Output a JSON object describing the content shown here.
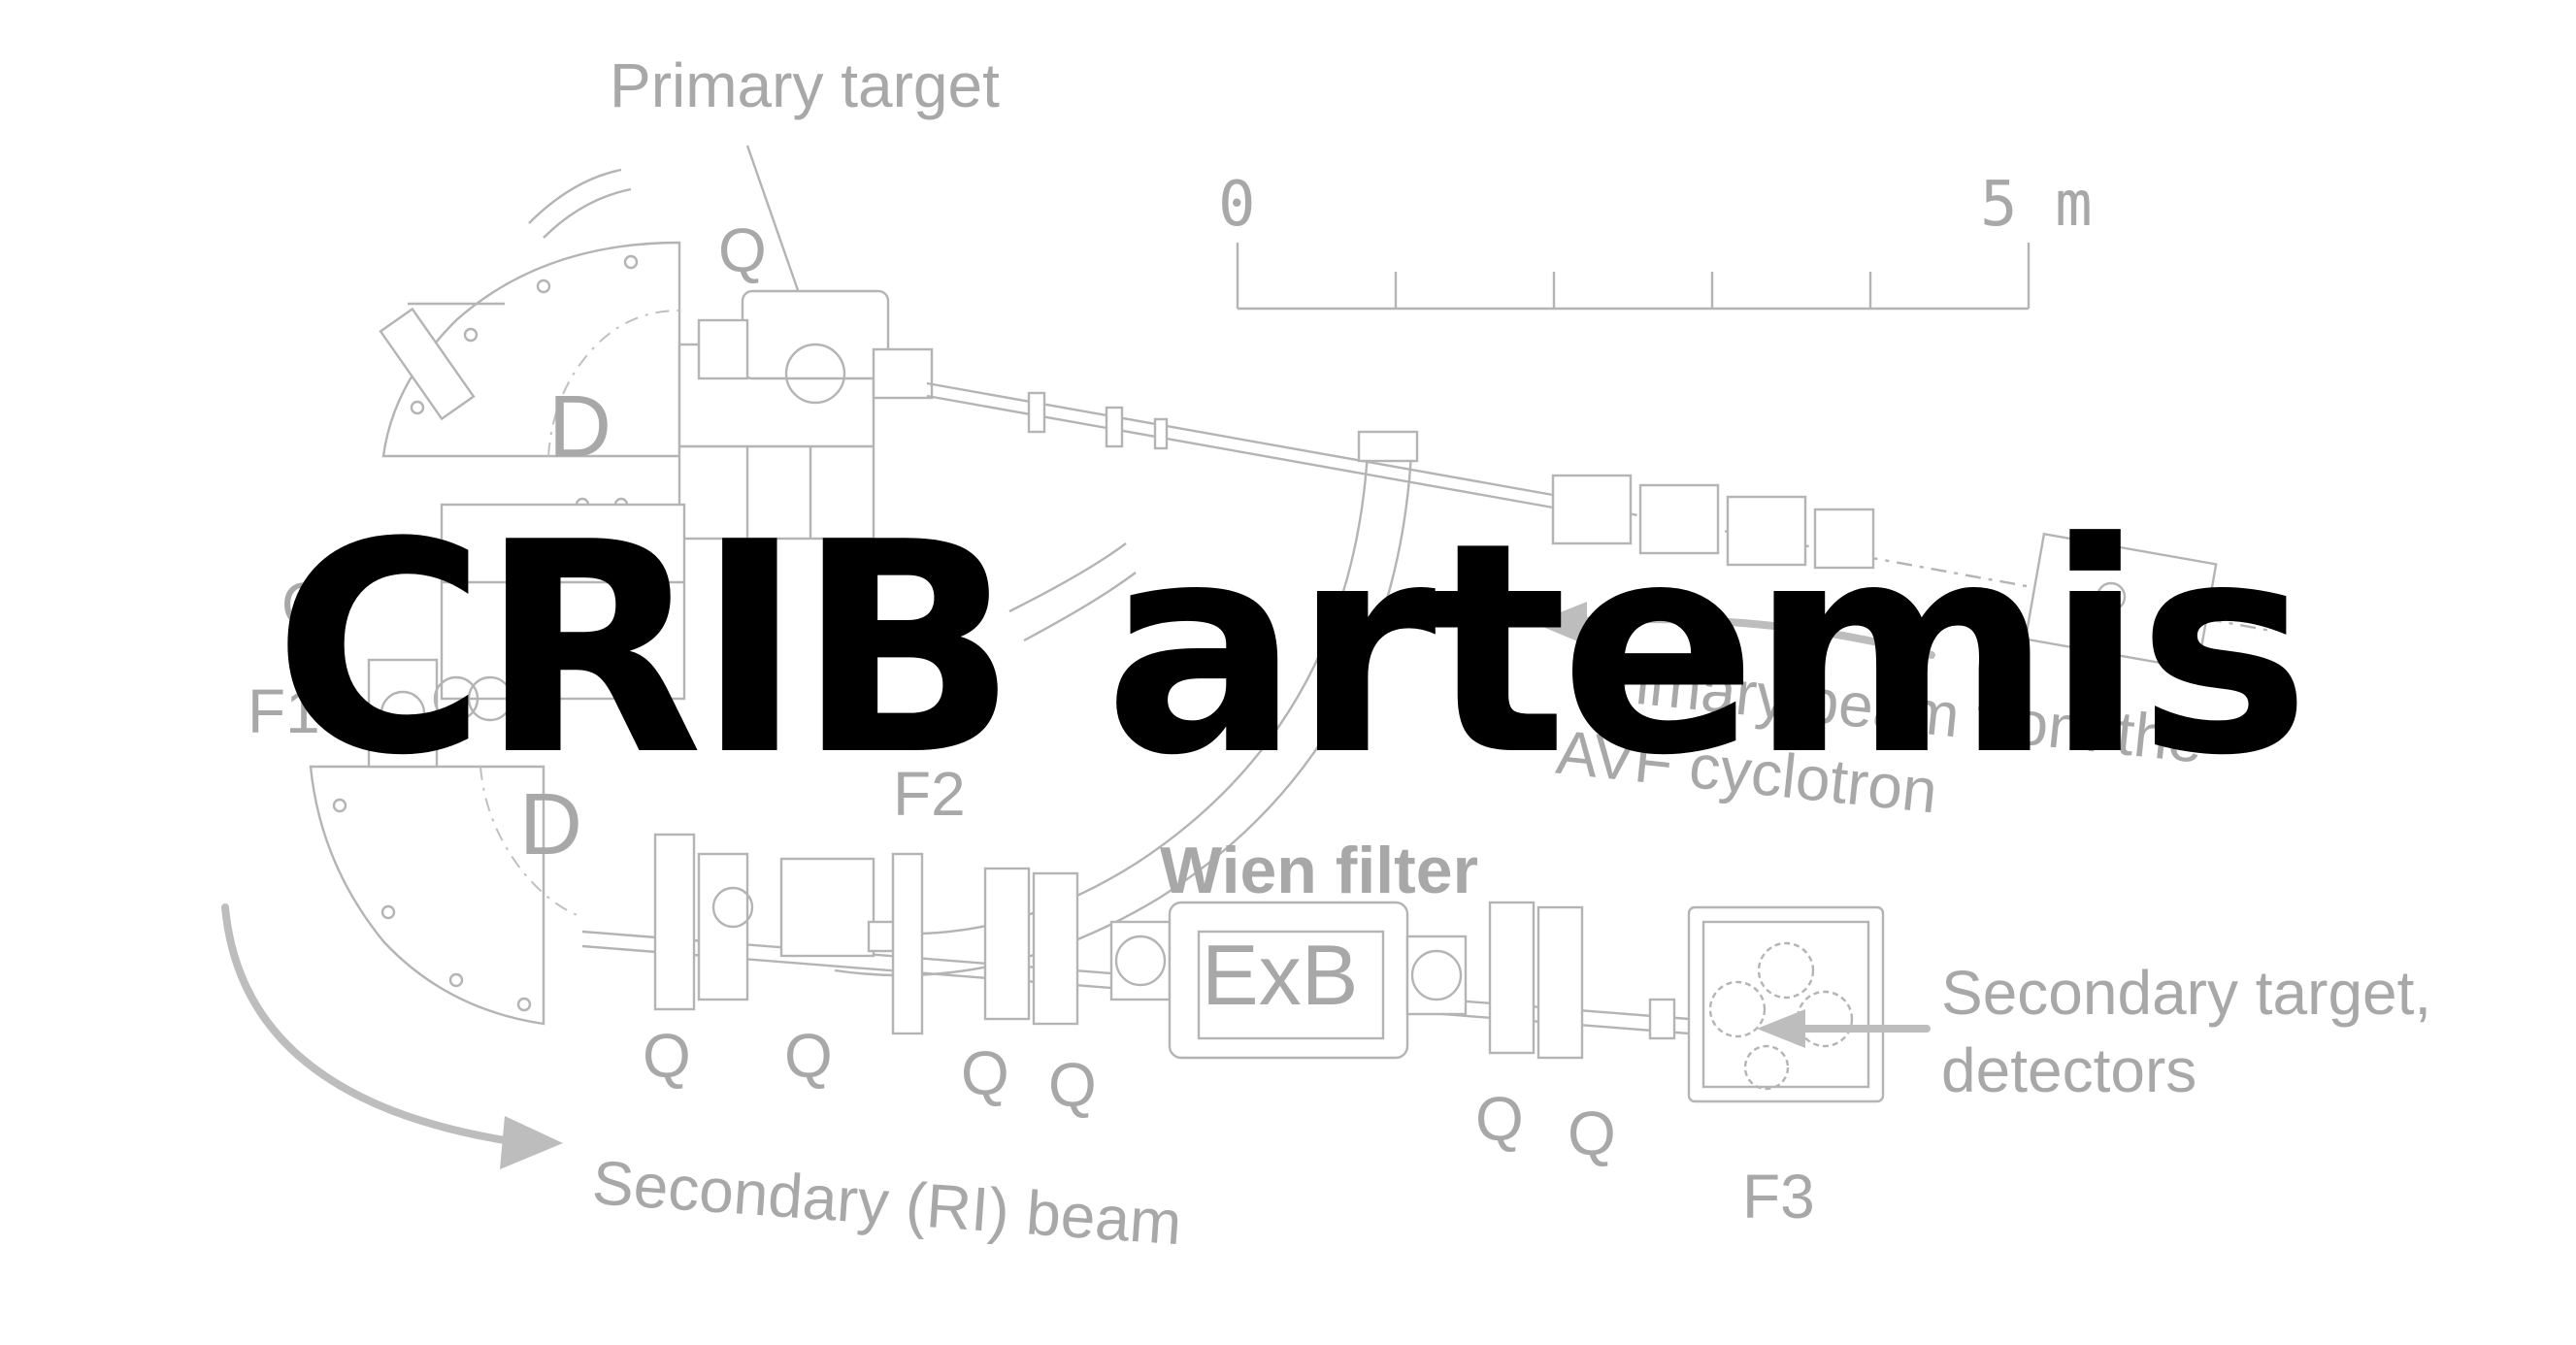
{
  "title": "CRIB artemis",
  "diagram": {
    "facility_label": "CRIB",
    "labels": {
      "primary_target": "Primary target",
      "scale_start": "0",
      "scale_end": "5 m",
      "primary_beam_line1": "Primary beam from the",
      "primary_beam_line2": "AVF cyclotron",
      "wien_filter": "Wien filter",
      "exb": "ExB",
      "secondary_target_line1": "Secondary target,",
      "secondary_target_line2": "detectors",
      "secondary_beam": "Secondary (RI) beam",
      "f1": "F1",
      "f2": "F2",
      "f3": "F3",
      "d_upper": "D",
      "d_lower": "D",
      "q_top": "Q",
      "q_side": "Q",
      "q1": "Q",
      "q2": "Q",
      "q3": "Q",
      "q4": "Q",
      "q5": "Q",
      "q6": "Q"
    }
  },
  "colors": {
    "title": "#000000",
    "diagram_line": "#b4b4b4",
    "diagram_text": "#a8a8a8",
    "arrow": "#bdbdbd"
  }
}
